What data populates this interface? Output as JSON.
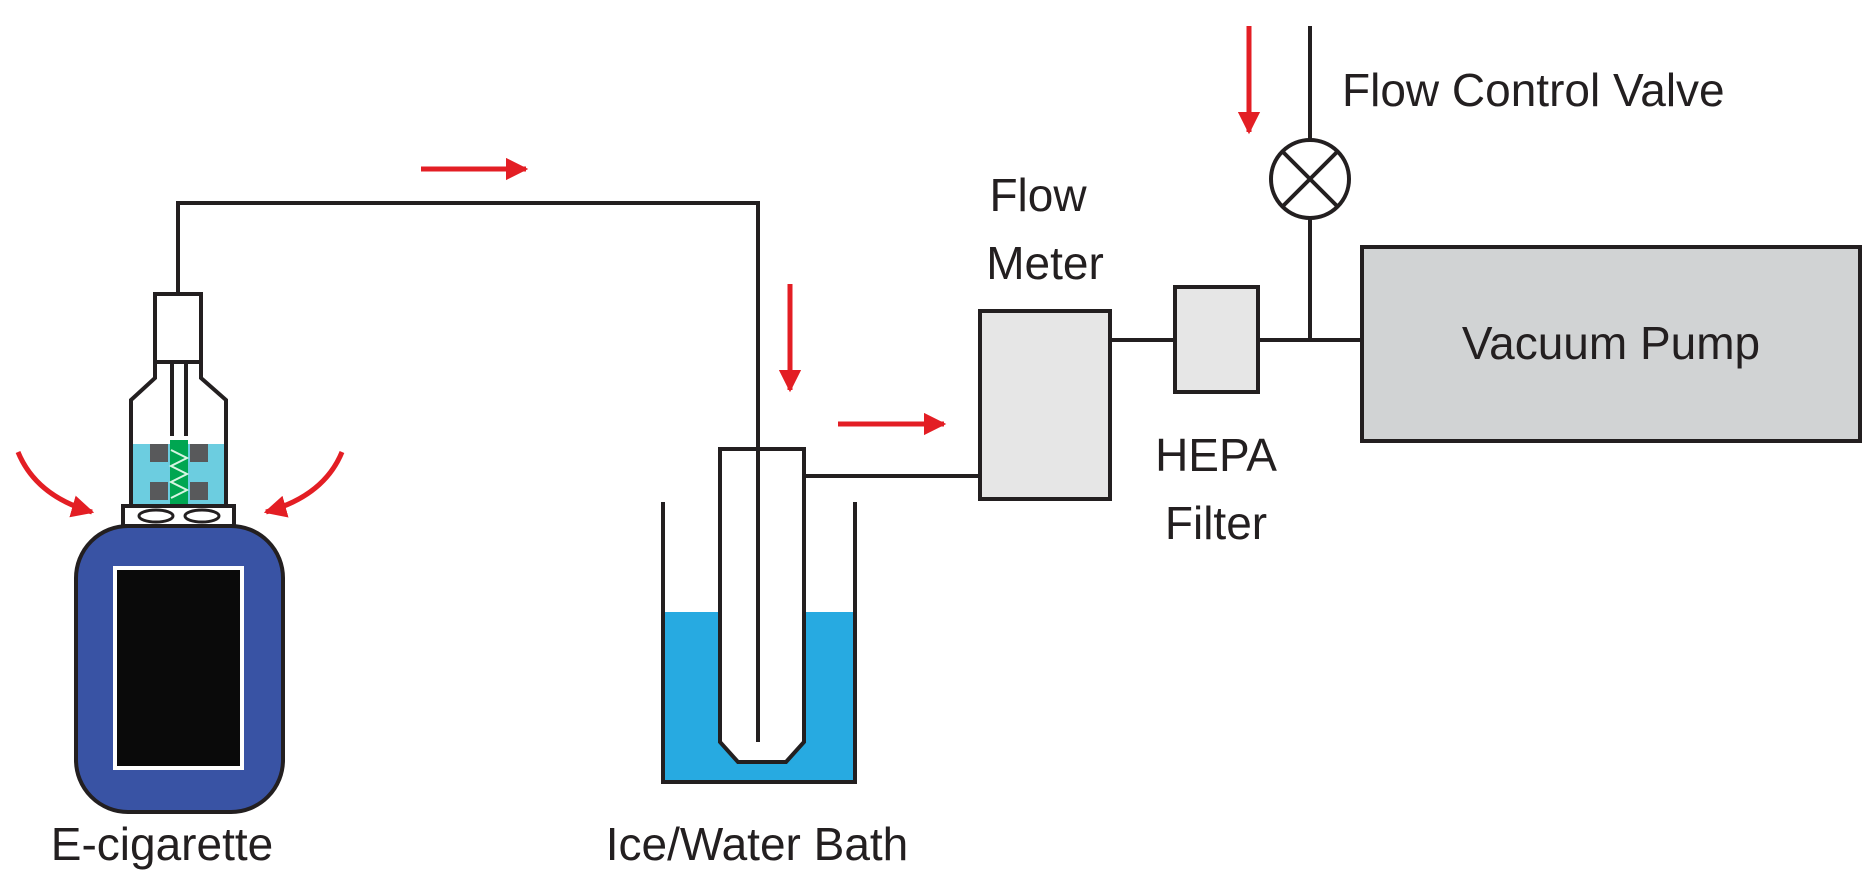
{
  "labels": {
    "e_cigarette": "E-cigarette",
    "ice_water_bath": "Ice/Water Bath",
    "flow_meter_line1": "Flow",
    "flow_meter_line2": "Meter",
    "hepa_line1": "HEPA",
    "hepa_line2": "Filter",
    "flow_control_valve": "Flow Control Valve",
    "vacuum_pump": "Vacuum Pump"
  },
  "colors": {
    "line": "#231f20",
    "arrow": "#e31e24",
    "water": "#27aae1",
    "device_body": "#3953a4",
    "screen": "#0a0a0a",
    "tank_liquid": "#6ccde0",
    "coil": "#00a651",
    "equipment_fill": "#e6e6e6",
    "pump_fill": "#d1d3d4",
    "block": "#58595b"
  },
  "flow_arrows": [
    "flow-arrow-top-pipe",
    "flow-arrow-into-bath",
    "flow-arrow-to-flow-meter",
    "flow-arrow-into-valve",
    "air-intake-arrow-left",
    "air-intake-arrow-right"
  ]
}
